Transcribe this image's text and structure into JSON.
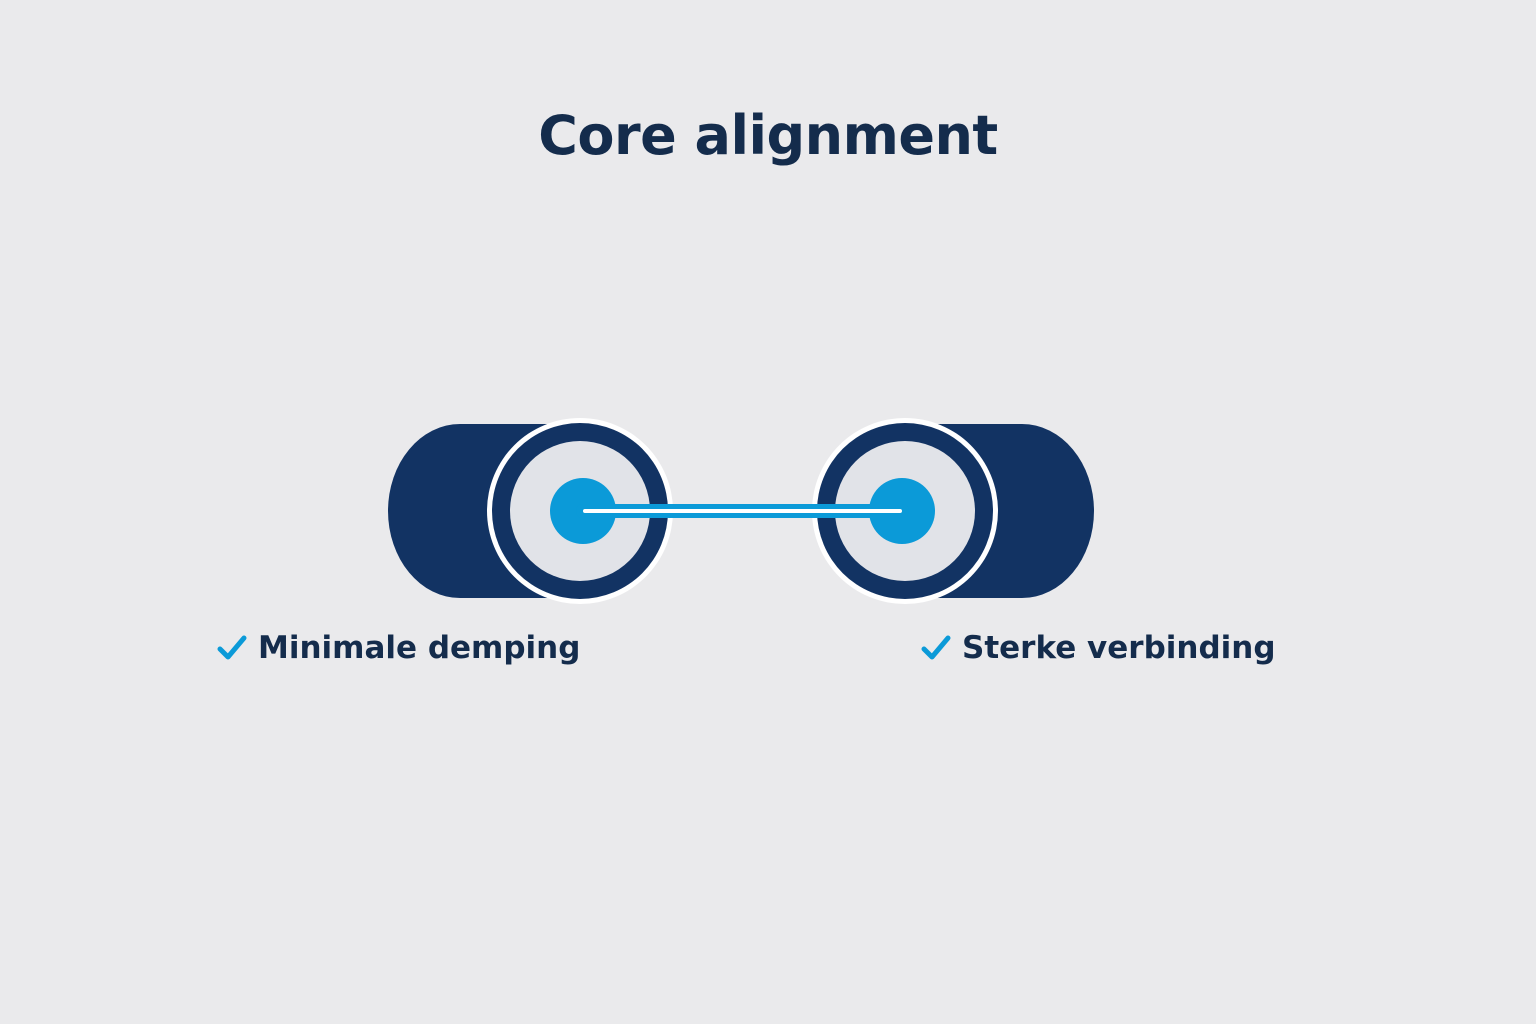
{
  "title": "Core alignment",
  "benefits": [
    {
      "label": "Minimale demping",
      "icon": "checkmark-icon"
    },
    {
      "label": "Sterke verbinding",
      "icon": "checkmark-icon"
    }
  ],
  "colors": {
    "background": "#eaeaec",
    "navy": "#123363",
    "accent": "#0b9ad8",
    "inner_face": "#e1e3e8",
    "text": "#142c4c"
  },
  "icons": {
    "left_connector": "fiber-connector-icon",
    "right_connector": "fiber-connector-icon",
    "core_link": "light-beam-icon"
  }
}
